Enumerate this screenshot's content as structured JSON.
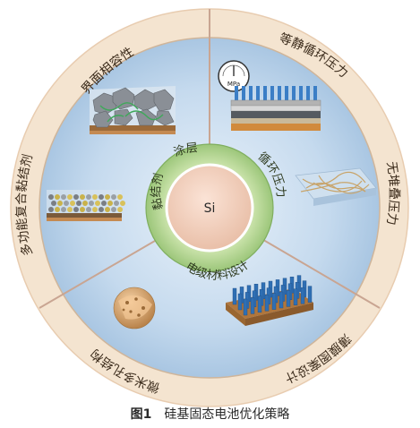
{
  "center": {
    "label": "Si"
  },
  "green_ring": {
    "coating": "涂层",
    "cyclic_pressure": "循环压力",
    "binder": "黏结剂",
    "electrode_design": "电级材料设计"
  },
  "outer_ring": {
    "interface_compat": "界面相容性",
    "isostatic_cyclic_pressure": "等静循环压力",
    "no_stack_pressure": "无堆叠压力",
    "film_pattern": "薄膜图案设计",
    "micro_porous": "微米多孔结构",
    "multifunctional_binder": "多功能复合黏结剂"
  },
  "gauge_label": "MPa",
  "caption": {
    "number": "图1",
    "text": "硅基固态电池优化策略"
  }
}
